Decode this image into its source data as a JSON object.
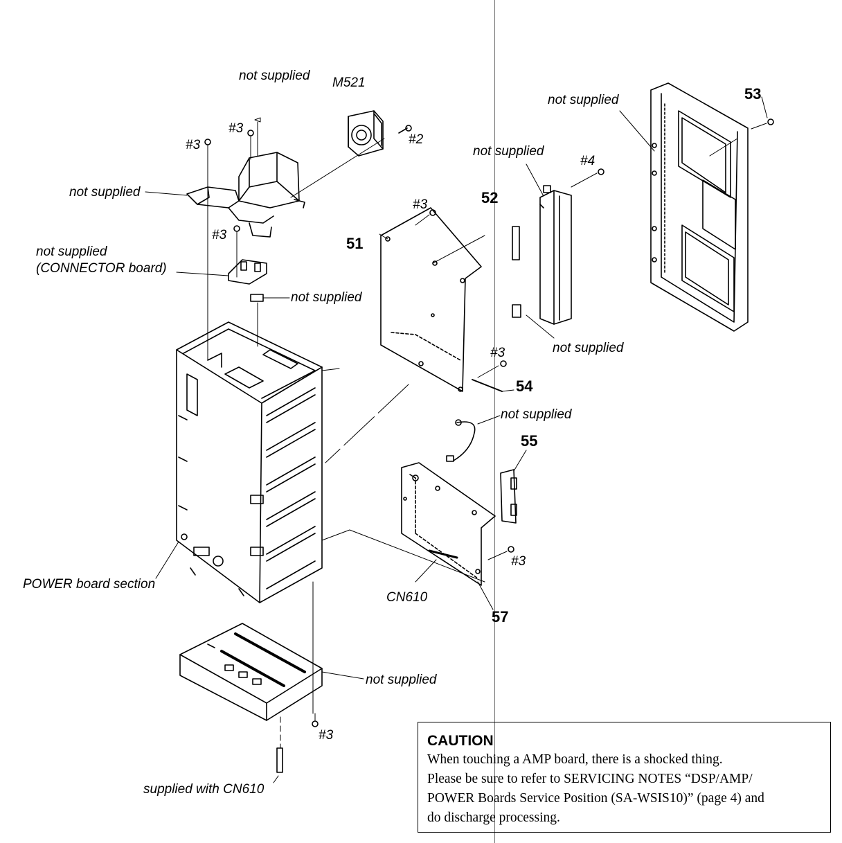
{
  "labels": {
    "not_supplied": "not supplied",
    "m521": "M521",
    "screw_3": "#3",
    "screw_2": "#2",
    "screw_4": "#4",
    "connector_board_line1": "not supplied",
    "connector_board_line2": "(CONNECTOR board)",
    "power_board_section": "POWER board section",
    "supplied_with_cn610": "supplied with CN610",
    "cn610": "CN610"
  },
  "part_numbers": {
    "p51": "51",
    "p52": "52",
    "p53": "53",
    "p54": "54",
    "p55": "55",
    "p57": "57"
  },
  "caution": {
    "title": "CAUTION",
    "line1": "When touching a AMP board, there is a shocked thing.",
    "line2": "Please be sure to refer to SERVICING NOTES “DSP/AMP/",
    "line3": "POWER Boards Service Position (SA-WSIS10)” (page 4) and",
    "line4": "do discharge processing."
  }
}
